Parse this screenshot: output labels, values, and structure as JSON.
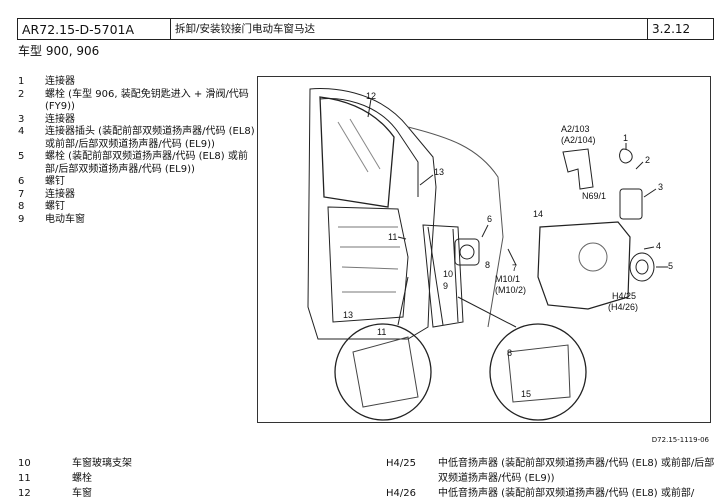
{
  "header": {
    "code": "AR72.15-D-5701A",
    "title": "拆卸/安装铰接门电动车窗马达",
    "section": "3.2.12"
  },
  "model": "车型  900, 906",
  "legend": [
    {
      "num": "1",
      "text": "连接器"
    },
    {
      "num": "2",
      "text": "螺栓 (车型 906, 装配免钥匙进入 + 滑阀/代码 (FY9))"
    },
    {
      "num": "3",
      "text": "连接器"
    },
    {
      "num": "4",
      "text": "连接器插头 (装配前部双频道扬声器/代码 (EL8) 或前部/后部双频道扬声器/代码 (EL9))"
    },
    {
      "num": "5",
      "text": "螺栓 (装配前部双频道扬声器/代码 (EL8) 或前部/后部双频道扬声器/代码 (EL9))"
    },
    {
      "num": "6",
      "text": "螺钉"
    },
    {
      "num": "7",
      "text": "连接器"
    },
    {
      "num": "8",
      "text": "螺钉"
    },
    {
      "num": "9",
      "text": "电动车窗"
    }
  ],
  "figure": {
    "id": "D72.15-1119-06",
    "labels": {
      "l1": "1",
      "l2": "2",
      "l3": "3",
      "l4": "4",
      "l5": "5",
      "l6": "6",
      "l7": "7",
      "l8": "8",
      "l9": "9",
      "l10": "10",
      "l11": "11",
      "l12": "12",
      "l13a": "13",
      "l13b": "13",
      "l14": "14",
      "a2_103": "A2/103",
      "a2_104": "(A2/104)",
      "n69": "N69/1",
      "m10_1": "M10/1",
      "m10_2": "(M10/2)",
      "h4_25": "H4/25",
      "h4_26": "(H4/26)",
      "d11": "11",
      "d8": "8",
      "d15": "15"
    }
  },
  "bottom_left": [
    {
      "num": "10",
      "text": "车窗玻璃支架"
    },
    {
      "num": "11",
      "text": "螺栓"
    },
    {
      "num": "12",
      "text": "车窗"
    }
  ],
  "bottom_right": [
    {
      "num": "H4/25",
      "text": "中低音扬声器 (装配前部双频道扬声器/代码 (EL8) 或前部/后部双频道扬声器/代码 (EL9))"
    },
    {
      "num": "H4/26",
      "text": "中低音扬声器 (装配前部双频道扬声器/代码 (EL8) 或前部/"
    }
  ]
}
